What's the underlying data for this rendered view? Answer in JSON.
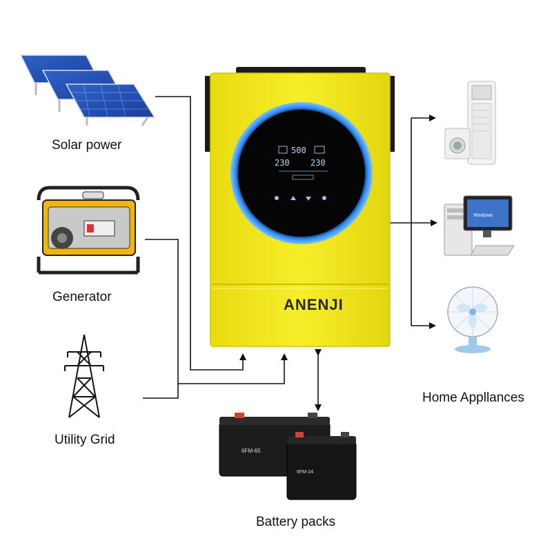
{
  "labels": {
    "solar": "Solar power",
    "generator": "Generator",
    "utility": "Utility Grid",
    "battery": "Battery packs",
    "appliances": "Home Appllances"
  },
  "inverter": {
    "brand": "ANENJI",
    "lcd_value_main": "500",
    "lcd_value_left": "230",
    "lcd_value_right": "230"
  },
  "battery_labels": {
    "large": "6FM-65",
    "small": "6FM-24"
  },
  "monitor_text": "Windows",
  "colors": {
    "inverter_body": "#f5ea1f",
    "ring_glow": "#3aa0ff",
    "screen": "#050505",
    "line": "#111111"
  }
}
